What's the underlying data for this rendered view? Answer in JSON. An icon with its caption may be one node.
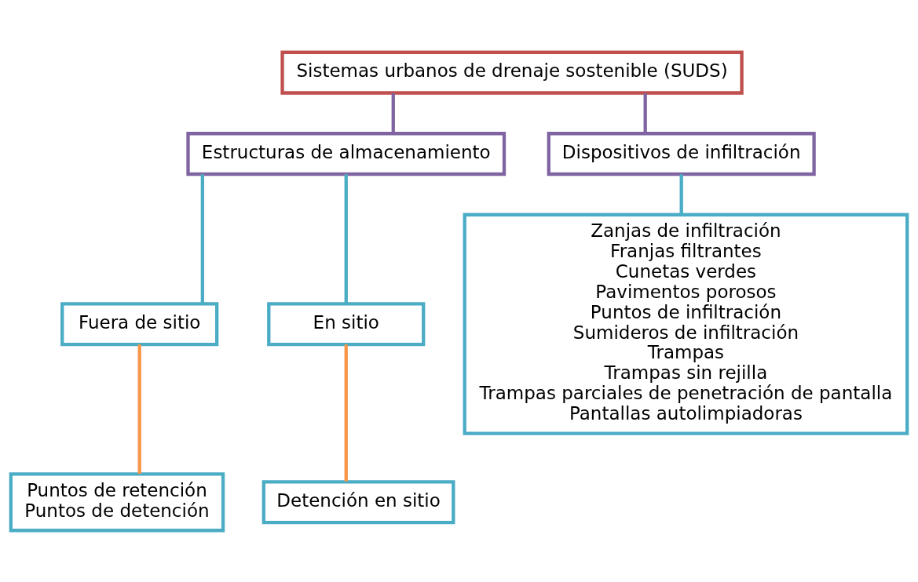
{
  "diagram": {
    "nodes": [
      {
        "text": [
          "Sistemas urbanos de drenaje sostenible (SUDS)"
        ]
      },
      {
        "text": [
          "Estructuras de almacenamiento"
        ]
      },
      {
        "text": [
          "Dispositivos de infiltración"
        ]
      },
      {
        "text": [
          "Fuera de sitio"
        ]
      },
      {
        "text": [
          "En sitio"
        ]
      },
      {
        "text": [
          "Puntos de retención",
          "Puntos de detención"
        ]
      },
      {
        "text": [
          "Detención en sitio"
        ]
      },
      {
        "text": [
          "Zanjas de infiltración",
          "Franjas filtrantes",
          "Cunetas verdes",
          "Pavimentos porosos",
          "Puntos de infiltración",
          "Sumideros de infiltración",
          "Trampas",
          "Trampas sin rejilla",
          "Trampas parciales de penetración de pantalla",
          "Pantallas autolimpiadoras"
        ]
      }
    ],
    "edges": [
      {
        "from": 0,
        "to": 1,
        "arrow": "none",
        "color": "#8064a2"
      },
      {
        "from": 0,
        "to": 2,
        "arrow": "none",
        "color": "#8064a2"
      },
      {
        "from": 1,
        "to": 3,
        "arrow": "none",
        "color": "#4bacc6"
      },
      {
        "from": 1,
        "to": 4,
        "arrow": "none",
        "color": "#4bacc6"
      },
      {
        "from": 3,
        "to": 5,
        "arrow": "none",
        "color": "#f79646"
      },
      {
        "from": 4,
        "to": 6,
        "arrow": "none",
        "color": "#f79646"
      },
      {
        "from": 2,
        "to": 7,
        "arrow": "none",
        "color": "#4bacc6"
      }
    ]
  }
}
